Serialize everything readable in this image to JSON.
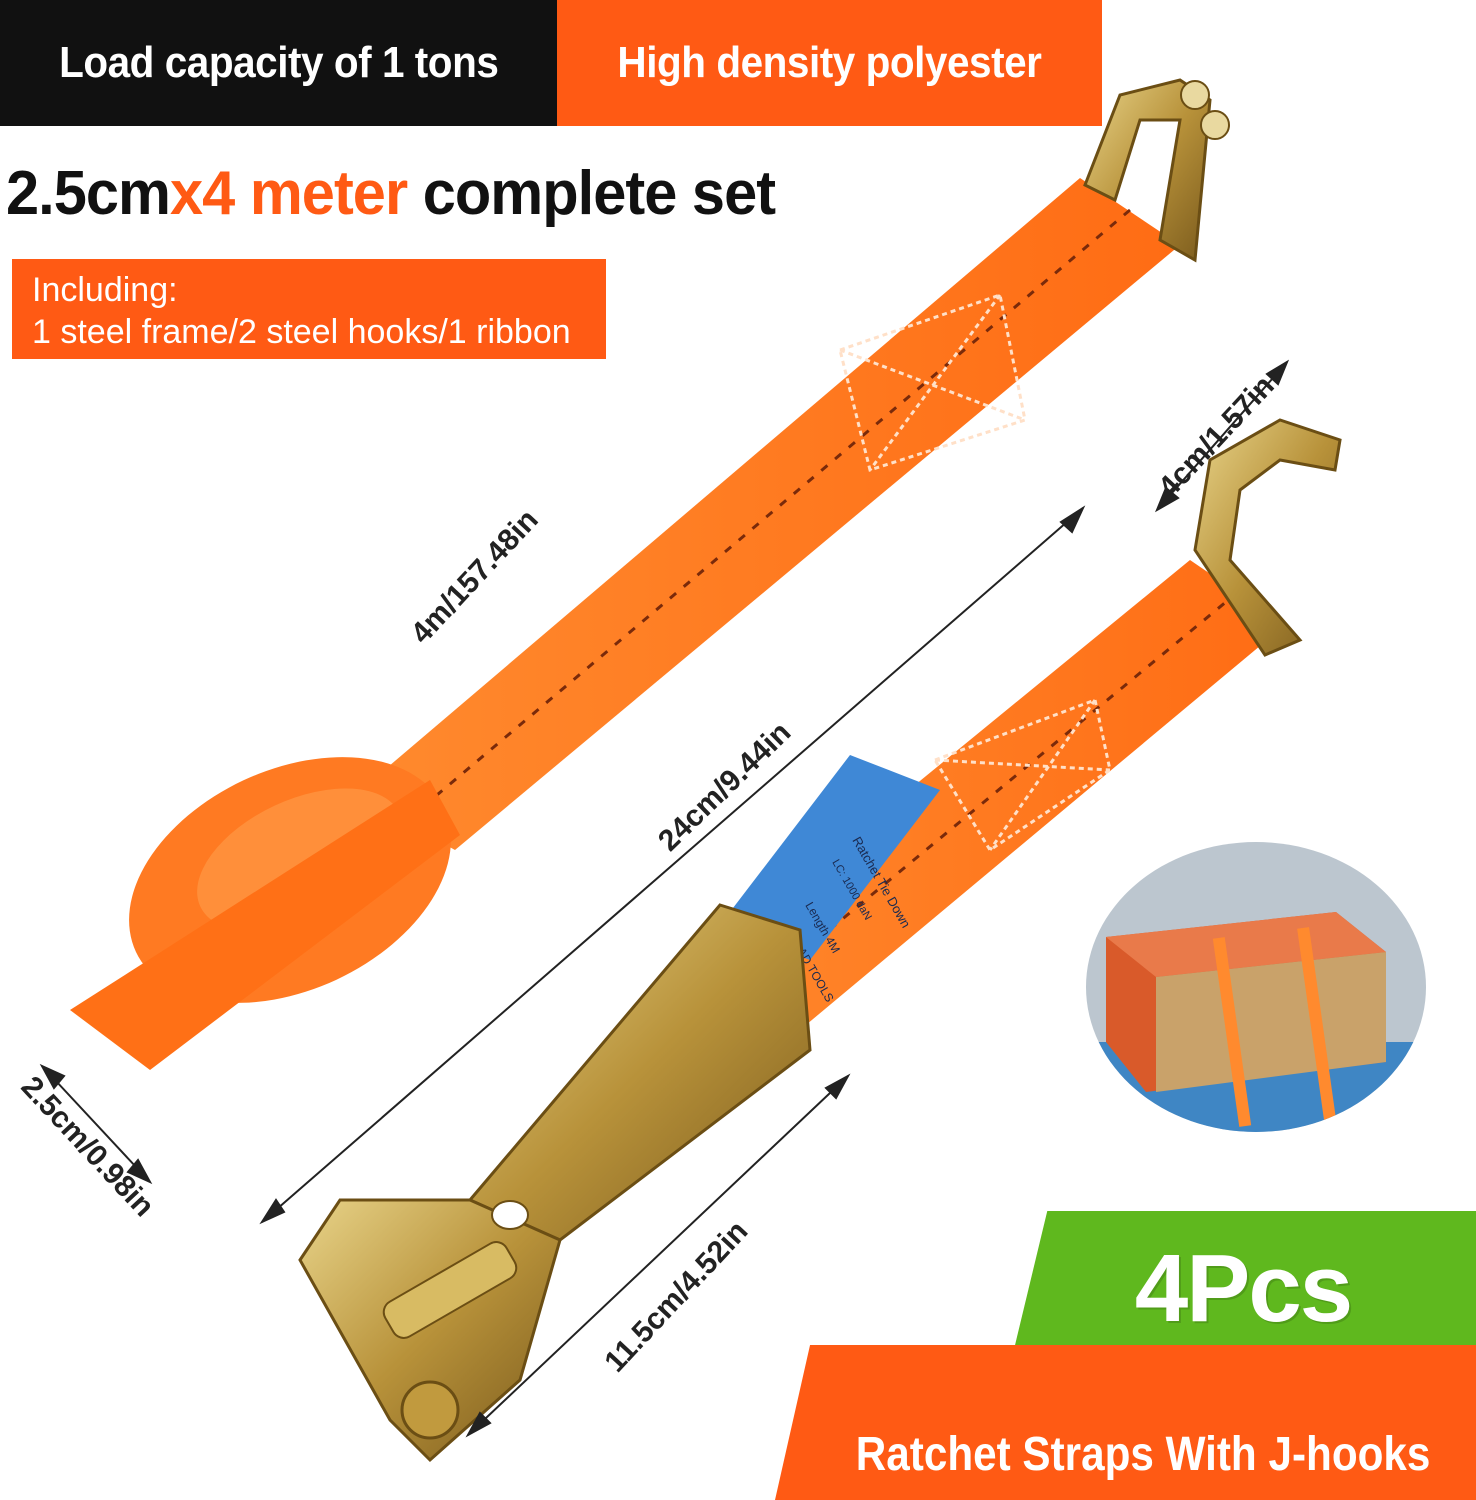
{
  "banners": {
    "left": "Load capacity of 1 tons",
    "right": "High density polyester"
  },
  "headline": {
    "part1": "2.5cm",
    "part2": "x4 meter",
    "part3": " complete set"
  },
  "including": {
    "line1": "Including:",
    "line2": "1 steel frame/2 steel hooks/1 ribbon"
  },
  "dimensions": {
    "length": "4m/157.48in",
    "hook_width": "4cm/1.57in",
    "short_strap": "24cm/9.44in",
    "width": "2.5cm/0.98in",
    "ratchet": "11.5cm/4.52in"
  },
  "strap_label": {
    "line1": "Ratchet Tie Down",
    "line2": "LC: 1000 daN",
    "line3": "Length 4M",
    "line4": "POLAD TOOLS"
  },
  "badge": "4Pcs",
  "bottom_banner": "Ratchet Straps With J-hooks",
  "colors": {
    "orange": "#ff5a14",
    "black": "#111111",
    "green": "#5fb81e",
    "strap": "#ff7a22",
    "label_blue": "#3f88d6",
    "metal": "#c9a646"
  }
}
